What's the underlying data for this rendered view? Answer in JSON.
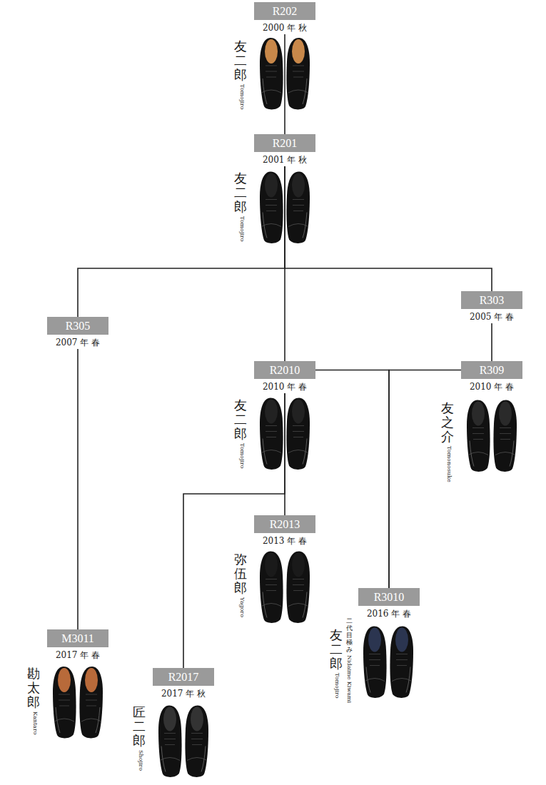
{
  "diagram": {
    "nodes": [
      {
        "text": [
          "R202",
          "2000 年 秋",
          "友二郎",
          "Tomojiro"
        ]
      },
      {
        "text": [
          "R201",
          "2001 年 秋",
          "友二郎",
          "Tomojiro"
        ]
      },
      {
        "text": [
          "R303",
          "2005 年 春"
        ]
      },
      {
        "text": [
          "R305",
          "2007 年 春"
        ]
      },
      {
        "text": [
          "R2010",
          "2010 年 春",
          "友二郎",
          "Tomojiro"
        ]
      },
      {
        "text": [
          "R309",
          "2010 年 春",
          "友之介",
          "Tomonosuke"
        ]
      },
      {
        "text": [
          "R2013",
          "2013 年 春",
          "弥伍郎",
          "Yagoro"
        ]
      },
      {
        "text": [
          "R3010",
          "2016 年 春",
          "二代目 極み",
          "Nidaime Kiwami",
          "友二郎",
          "Tomojiro"
        ]
      },
      {
        "text": [
          "M3011",
          "2017 年 春",
          "勘太郎",
          "Kantaro"
        ]
      },
      {
        "text": [
          "R2017",
          "2017 年 秋",
          "匠二郎",
          "Shojiro"
        ]
      }
    ],
    "edges": [
      {
        "from": 0,
        "to": 1,
        "arrow": "none"
      },
      {
        "from": 1,
        "to": 3,
        "arrow": "none"
      },
      {
        "from": 1,
        "to": 4,
        "arrow": "none"
      },
      {
        "from": 1,
        "to": 2,
        "arrow": "none"
      },
      {
        "from": 2,
        "to": 5,
        "arrow": "none"
      },
      {
        "from": 3,
        "to": 8,
        "arrow": "none"
      },
      {
        "from": 4,
        "to": 6,
        "arrow": "none"
      },
      {
        "from": 4,
        "to": 9,
        "arrow": "none"
      },
      {
        "from": 4,
        "to": 7,
        "arrow": "none"
      },
      {
        "from": 5,
        "to": 7,
        "arrow": "none"
      }
    ]
  }
}
